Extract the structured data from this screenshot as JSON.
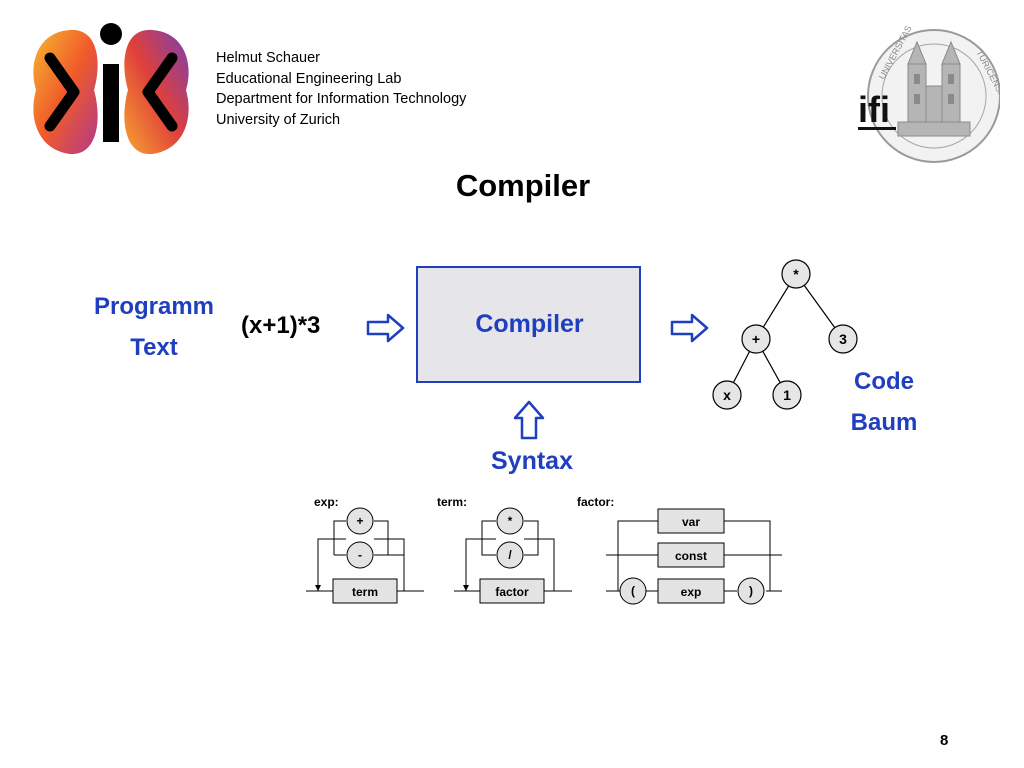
{
  "header": {
    "affiliation": [
      "Helmut Schauer",
      "Educational Engineering Lab",
      "Department for Information Technology",
      "University of Zurich"
    ],
    "logo_left": "ik-logo",
    "logo_right": {
      "icon": "university-seal-logo",
      "text": "ifi",
      "seal_text": [
        "UNIVERSITAS",
        "TURICENSIS"
      ]
    }
  },
  "title": "Compiler",
  "diagram": {
    "input_label": [
      "Programm",
      "Text"
    ],
    "input_example": "(x+1)*3",
    "box_label": "Compiler",
    "output_label": [
      "Code",
      "Baum"
    ],
    "syntax_label": "Syntax",
    "tree_nodes": {
      "root": "*",
      "plus": "+",
      "three": "3",
      "x": "x",
      "one": "1"
    },
    "rules": {
      "exp": {
        "name": "exp:",
        "ops": [
          "+",
          "-"
        ],
        "item": "term"
      },
      "term": {
        "name": "term:",
        "ops": [
          "*",
          "/"
        ],
        "item": "factor"
      },
      "factor": {
        "name": "factor:",
        "items": [
          "var",
          "const"
        ],
        "open": "(",
        "inner": "exp",
        "close": ")"
      }
    },
    "colors": {
      "accent": "#1f3fbf",
      "box_fill": "#e6e6ea",
      "node_fill": "#e6e6e6"
    }
  },
  "page_number": "8"
}
